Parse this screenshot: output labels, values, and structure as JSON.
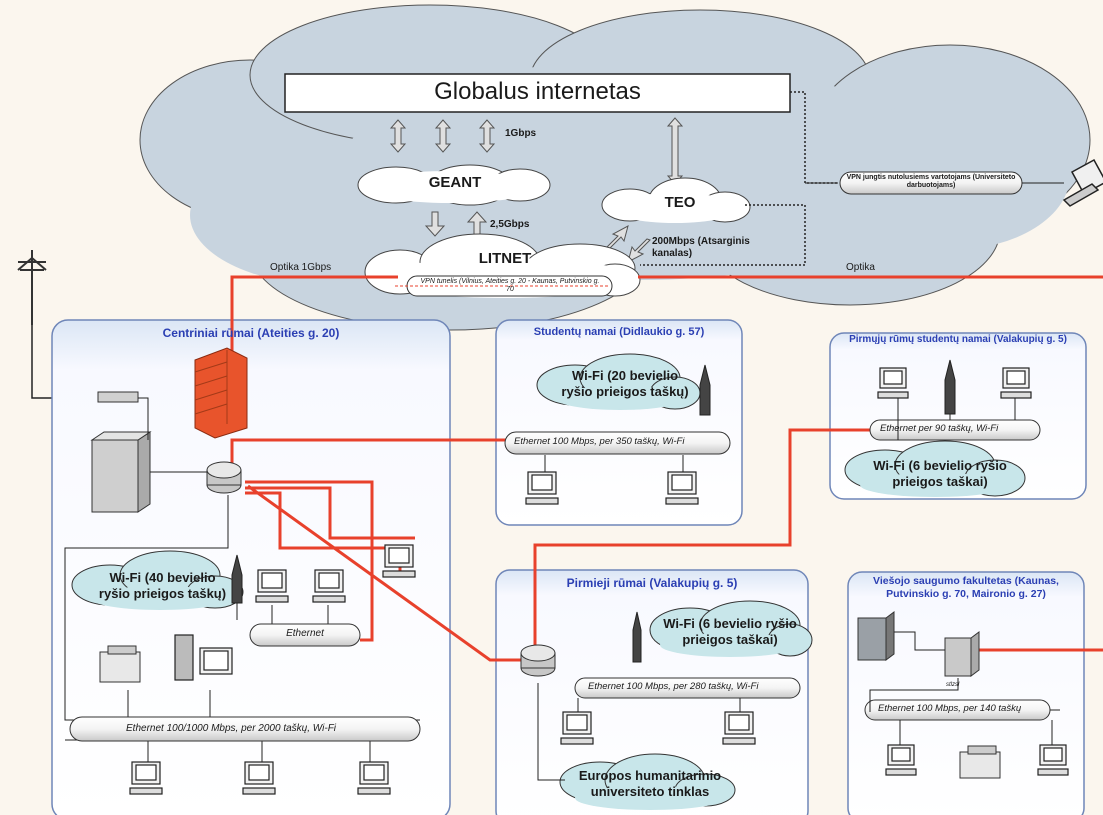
{
  "internet": {
    "title": "Globalus internetas"
  },
  "links": {
    "gbps1": "1Gbps",
    "gbps25": "2,5Gbps",
    "mbps200": "200Mbps (Atsarginis kanalas)",
    "optika_left": "Optika 1Gbps",
    "optika_right": "Optika"
  },
  "clouds": {
    "geant": "GEANT",
    "teo": "TEO",
    "litnet": "LITNET"
  },
  "vpn": {
    "tunnel": "VPN tunelis (Vilnius, Ateities g. 20 - Kaunas, Putvinskio g. 70",
    "remote": "VPN jungtis nutolusiems vartotojams (Universiteto darbuotojams)"
  },
  "sites": {
    "centriniai": {
      "title": "Centriniai rūmai (Ateities  g. 20)",
      "wifi": "Wi-Fi (40 bevielio ryšio prieigos taškų)",
      "ethernet_small": "Ethernet",
      "ethernet_main": "Ethernet 100/1000 Mbps, per 2000 taškų, Wi-Fi"
    },
    "studentu": {
      "title": "Studentų namai (Didlaukio g. 57)",
      "wifi": "Wi-Fi (20 bevielio ryšio prieigos taškų)",
      "ethernet": "Ethernet 100 Mbps, per 350 taškų, Wi-Fi"
    },
    "pirmuju_studentu": {
      "title": "Pirmųjų rūmų studentų namai (Valakupių g. 5)",
      "ethernet": "Ethernet  per 90 taškų, Wi-Fi",
      "wifi": "Wi-Fi (6 bevielio ryšio prieigos taškai)"
    },
    "pirmieji": {
      "title": "Pirmieji rūmai (Valakupių g. 5)",
      "wifi": "Wi-Fi (6 bevielio ryšio prieigos taškai)",
      "ethernet": "Ethernet 100 Mbps, per 280 taškų, Wi-Fi",
      "ehu": "Europos humanitarinio universiteto tinklas"
    },
    "viesojo": {
      "title": "Viešojo saugumo fakultetas (Kaunas, Putvinskio g. 70, Maironio g. 27)",
      "ethernet": "Ethernet 100 Mbps, per 140 taškų",
      "device": "stlzsl"
    }
  },
  "colors": {
    "cloud": "#c8d4df",
    "link": "#e8412c",
    "site_title": "#2b3fb3",
    "wifi_cloud": "#c8e6ea",
    "firewall": "#e8542c"
  }
}
